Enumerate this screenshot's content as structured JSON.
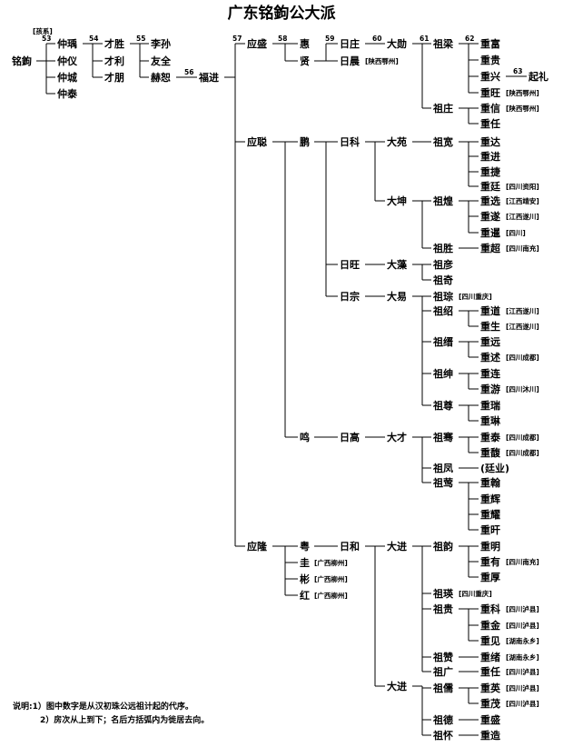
{
  "title": "广东铭鉤公大派",
  "root_note": "[孩系]",
  "nodes": {
    "a": "铭鉤",
    "b1": "仲瑀",
    "b2": "仲仪",
    "b3": "仲城",
    "b4": "仲泰",
    "c1": "才胜",
    "c2": "才利",
    "c3": "才朋",
    "d1": "李孙",
    "d2": "友全",
    "d3": "赫恕",
    "e": "福进",
    "f1": "应盛",
    "f2": "应聪",
    "f3": "应隆",
    "g1": "惠",
    "g2": "贤",
    "g3": "鹏",
    "g4": "鸣",
    "g5": "粤",
    "g6": "圭",
    "g7": "彬",
    "g8": "红",
    "h1": "日庄",
    "h2": "日晨",
    "h3": "日科",
    "h4": "日旺",
    "h5": "日宗",
    "h6": "日高",
    "h7": "日和",
    "i1": "大勋",
    "i2": "大苑",
    "i3": "大坤",
    "i4": "大藻",
    "i5": "大易",
    "i6": "大才",
    "i7": "大进",
    "i8": "大进",
    "j1": "祖梁",
    "j2": "祖庄",
    "j3": "祖宽",
    "j4": "祖煌",
    "j5": "祖胜",
    "j6": "祖彦",
    "j7": "祖奇",
    "j8": "祖琮",
    "j9": "祖绍",
    "j10": "祖缙",
    "j11": "祖绅",
    "j12": "祖尊",
    "j13": "祖骞",
    "j14": "祖凤",
    "j15": "祖莺",
    "j16": "祖韵",
    "j17": "祖瑛",
    "j18": "祖贵",
    "j19": "祖赞",
    "j20": "祖广",
    "j21": "祖儒",
    "j22": "祖德",
    "j23": "祖怀",
    "k1": "重富",
    "k2": "重贵",
    "k3": "重兴",
    "k4": "重旺",
    "k5": "重信",
    "k6": "重任",
    "k7": "重达",
    "k8": "重进",
    "k9": "重捷",
    "k10": "重廷",
    "k11": "重选",
    "k12": "重遂",
    "k13": "重暹",
    "k14": "重超",
    "k15": "重道",
    "k16": "重生",
    "k17": "重远",
    "k18": "重述",
    "k19": "重连",
    "k20": "重游",
    "k21": "重瑞",
    "k22": "重琳",
    "k23": "重泰",
    "k24": "重馥",
    "k25": "(廷业)",
    "k26": "重翰",
    "k27": "重辉",
    "k28": "重耀",
    "k29": "重旰",
    "k30": "重明",
    "k31": "重有",
    "k32": "重厚",
    "k33": "重科",
    "k34": "重金",
    "k35": "重见",
    "k36": "重绪",
    "k37": "重任",
    "k38": "重英",
    "k39": "重茂",
    "k40": "重盛",
    "k41": "重造",
    "l1": "起礼"
  },
  "notes": {
    "h2": "[陕西鄂州]",
    "k4": "[陕西鄂州]",
    "k5": "[陕西鄂州]",
    "k10": "[四川资阳]",
    "k11": "[江西靖安]",
    "k12": "[江西遂川]",
    "k13": "[四川]",
    "k14": "[四川南充]",
    "j8": "[四川重庆]",
    "k15": "[江西遂川]",
    "k16": "[江西遂川]",
    "k18": "[四川成都]",
    "k20": "[四川沐川]",
    "k23": "[四川成都]",
    "k24": "[四川成都]",
    "g6": "[广西柳州]",
    "g7": "[广西柳州]",
    "g8": "[广西柳州]",
    "k31": "[四川南充]",
    "j17": "[四川重庆]",
    "k33": "[四川泸县]",
    "k34": "[四川泸县]",
    "k35": "[湖南永乡]",
    "k36": "[湖南永乡]",
    "k37": "[四川泸县]",
    "k38": "[四川泸县]",
    "k39": "[四川泸县]"
  },
  "generations": [
    "53",
    "54",
    "55",
    "56",
    "57",
    "58",
    "59",
    "60",
    "61",
    "62",
    "63"
  ],
  "legend": [
    "说明:1）图中数字是从汉初珠公远祖计起的代序。",
    "2）房次从上到下；名后方括弧内为徙居去向。"
  ]
}
